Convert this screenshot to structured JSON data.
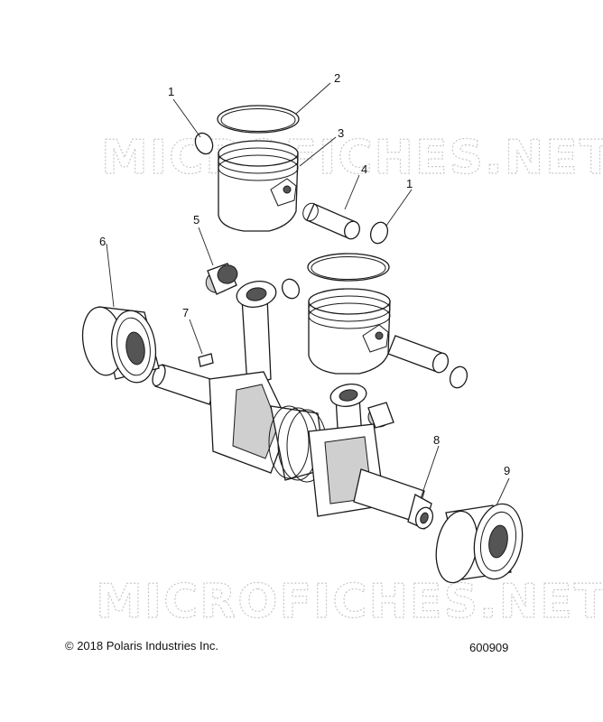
{
  "watermark": "MICROFICHES.NET",
  "callouts": [
    "1",
    "2",
    "3",
    "4",
    "1",
    "5",
    "6",
    "7",
    "8",
    "9"
  ],
  "footer": {
    "copyright": "© 2018 Polaris Industries Inc.",
    "drawing_number": "600909"
  }
}
